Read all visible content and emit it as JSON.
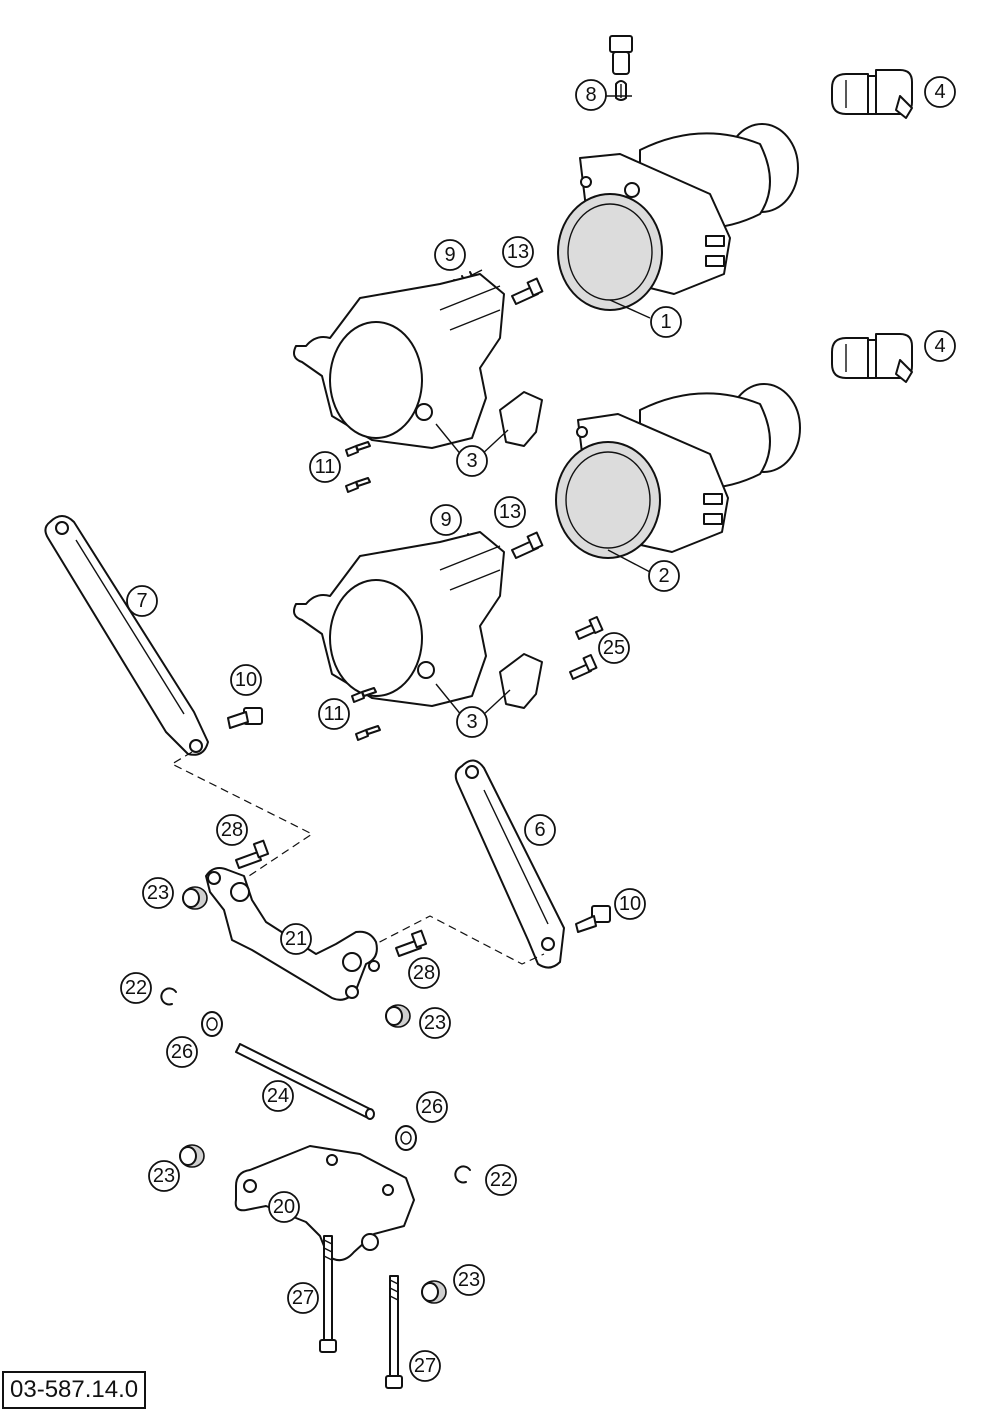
{
  "callouts": [
    {
      "id": "c1",
      "label": "1"
    },
    {
      "id": "c2",
      "label": "2"
    },
    {
      "id": "c3a",
      "label": "3"
    },
    {
      "id": "c3b",
      "label": "3"
    },
    {
      "id": "c4a",
      "label": "4"
    },
    {
      "id": "c4b",
      "label": "4"
    },
    {
      "id": "c6",
      "label": "6"
    },
    {
      "id": "c7",
      "label": "7"
    },
    {
      "id": "c8",
      "label": "8"
    },
    {
      "id": "c9a",
      "label": "9"
    },
    {
      "id": "c9b",
      "label": "9"
    },
    {
      "id": "c10a",
      "label": "10"
    },
    {
      "id": "c10b",
      "label": "10"
    },
    {
      "id": "c11a",
      "label": "11"
    },
    {
      "id": "c11b",
      "label": "11"
    },
    {
      "id": "c13a",
      "label": "13"
    },
    {
      "id": "c13b",
      "label": "13"
    },
    {
      "id": "c20",
      "label": "20"
    },
    {
      "id": "c21",
      "label": "21"
    },
    {
      "id": "c22a",
      "label": "22"
    },
    {
      "id": "c22b",
      "label": "22"
    },
    {
      "id": "c23a",
      "label": "23"
    },
    {
      "id": "c23b",
      "label": "23"
    },
    {
      "id": "c23c",
      "label": "23"
    },
    {
      "id": "c23d",
      "label": "23"
    },
    {
      "id": "c24",
      "label": "24"
    },
    {
      "id": "c25",
      "label": "25"
    },
    {
      "id": "c26a",
      "label": "26"
    },
    {
      "id": "c26b",
      "label": "26"
    },
    {
      "id": "c27a",
      "label": "27"
    },
    {
      "id": "c27b",
      "label": "27"
    },
    {
      "id": "c28a",
      "label": "28"
    },
    {
      "id": "c28b",
      "label": "28"
    }
  ],
  "reference_code": "03-587.14.0"
}
